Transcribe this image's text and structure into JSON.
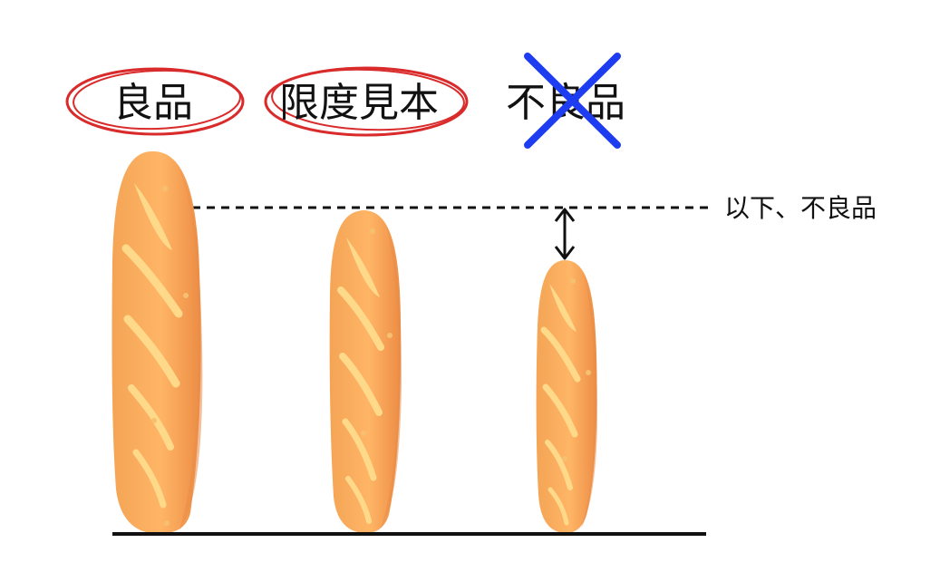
{
  "labels": {
    "good": "良品",
    "limit_sample": "限度見本",
    "defective": "不良品",
    "threshold_note": "以下、不良品"
  },
  "colors": {
    "circle_red": "#d92b2b",
    "cross_blue": "#1e3df0",
    "line_black": "#111111",
    "bread_main": "#f9a85a",
    "bread_shadow": "#e98d48",
    "bread_highlight": "#ffd98a",
    "bread_crumb": "#f6c071"
  },
  "icons": {
    "circle": "hand-drawn-circle-icon",
    "cross": "x-mark-icon",
    "arrow": "double-arrow-icon",
    "bread": "baguette-icon"
  }
}
